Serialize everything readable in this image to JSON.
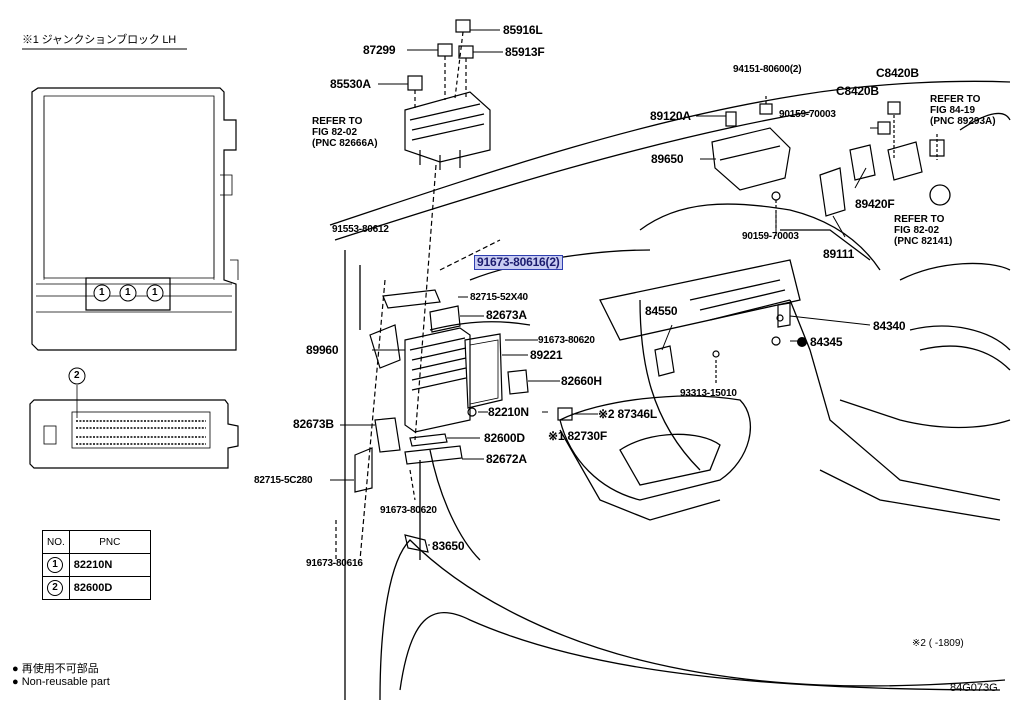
{
  "header": {
    "title": "※1 ジャンクションブロック LH"
  },
  "inset": {
    "circle_labels": [
      "1",
      "1",
      "1"
    ],
    "detail_label": "2"
  },
  "table": {
    "headers": [
      "NO.",
      "PNC"
    ],
    "rows": [
      {
        "no": "1",
        "pnc": "82210N"
      },
      {
        "no": "2",
        "pnc": "82600D"
      }
    ]
  },
  "legend": {
    "line1": "● 再使用不可部品",
    "line2": "● Non-reusable part"
  },
  "footer": {
    "note": "※2 (     -1809)",
    "code": "84G073G"
  },
  "labels": {
    "p85916L": "85916L",
    "p87299": "87299",
    "p85913F": "85913F",
    "p85530A": "85530A",
    "ref1": "REFER TO",
    "ref1b": "FIG 82-02",
    "ref1c": "(PNC 82666A)",
    "p91553": "91553-80612",
    "p91673_616_2": "91673-80616(2)",
    "p82715_52X40": "82715-52X40",
    "p82673A": "82673A",
    "p91673_620a": "91673-80620",
    "p89960": "89960",
    "p89221": "89221",
    "p82660H": "82660H",
    "p82210N": "82210N",
    "p87346L": "※2 87346L",
    "p82600D": "82600D",
    "p82730F": "※1 82730F",
    "p82673B": "82673B",
    "p82672A": "82672A",
    "p82715_5C280": "82715-5C280",
    "p91673_620b": "91673-80620",
    "p83650": "83650",
    "p91673_616": "91673-80616",
    "p94151": "94151-80600(2)",
    "p89120A": "89120A",
    "p90159a": "90159-70003",
    "pC8420Bt": "C8420B",
    "pC8420B": "C8420B",
    "ref2": "REFER TO",
    "ref2b": "FIG 84-19",
    "ref2c": "(PNC 89293A)",
    "p89650": "89650",
    "p89420F": "89420F",
    "ref3": "REFER TO",
    "ref3b": "FIG 82-02",
    "ref3c": "(PNC 82141)",
    "p90159b": "90159-70003",
    "p89111": "89111",
    "p84550": "84550",
    "p84340": "84340",
    "p84345": "84345",
    "p93313": "93313-15010"
  }
}
